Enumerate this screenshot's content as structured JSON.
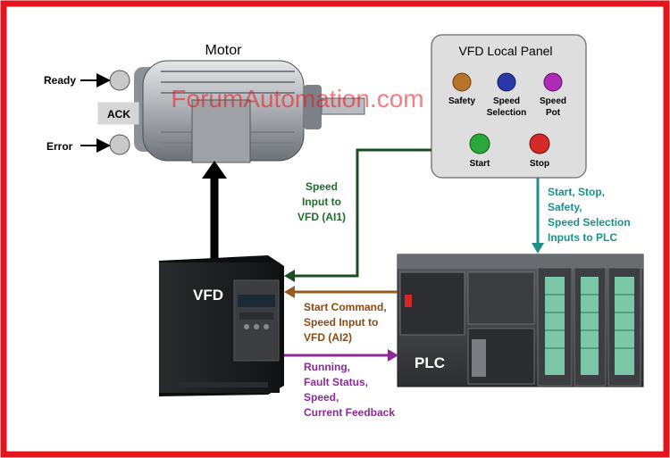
{
  "colors": {
    "frame": "#e8141b",
    "panel_fill": "#dcdcdc",
    "green_line": "#1f6e2a",
    "brown_line": "#9a5a1e",
    "purple_line": "#8e2a98",
    "teal_line": "#1f8f8a",
    "black_arrow": "#000000",
    "watermark": "#e8141b"
  },
  "motor": {
    "title": "Motor"
  },
  "indicators": {
    "ready": "Ready",
    "ack": "ACK",
    "error": "Error"
  },
  "watermark": "ForumAutomation.com",
  "panel": {
    "title": "VFD Local Panel",
    "buttons": [
      {
        "label": "Safety",
        "color": "#b8742a",
        "name": "safety-button"
      },
      {
        "label": "Speed\nSelection",
        "color": "#2a38a8",
        "name": "speed-selection-button"
      },
      {
        "label": "Speed\nPot",
        "color": "#b02ab8",
        "name": "speed-pot-button"
      },
      {
        "label": "Start",
        "color": "#2aa83a",
        "name": "start-button"
      },
      {
        "label": "Stop",
        "color": "#d42a2a",
        "name": "stop-button"
      }
    ]
  },
  "vfd": {
    "label": "VFD"
  },
  "plc": {
    "label": "PLC"
  },
  "connections": {
    "speed_input_ai1": [
      "Speed",
      "Input to",
      "VFD (AI1)"
    ],
    "start_command_ai2": [
      "Start Command,",
      "Speed Input to",
      "VFD (AI2)"
    ],
    "feedback": [
      "Running,",
      "Fault Status,",
      "Speed,",
      "Current Feedback"
    ],
    "panel_to_plc": [
      "Start, Stop,",
      "Safety,",
      "Speed Selection",
      "Inputs to PLC"
    ]
  }
}
